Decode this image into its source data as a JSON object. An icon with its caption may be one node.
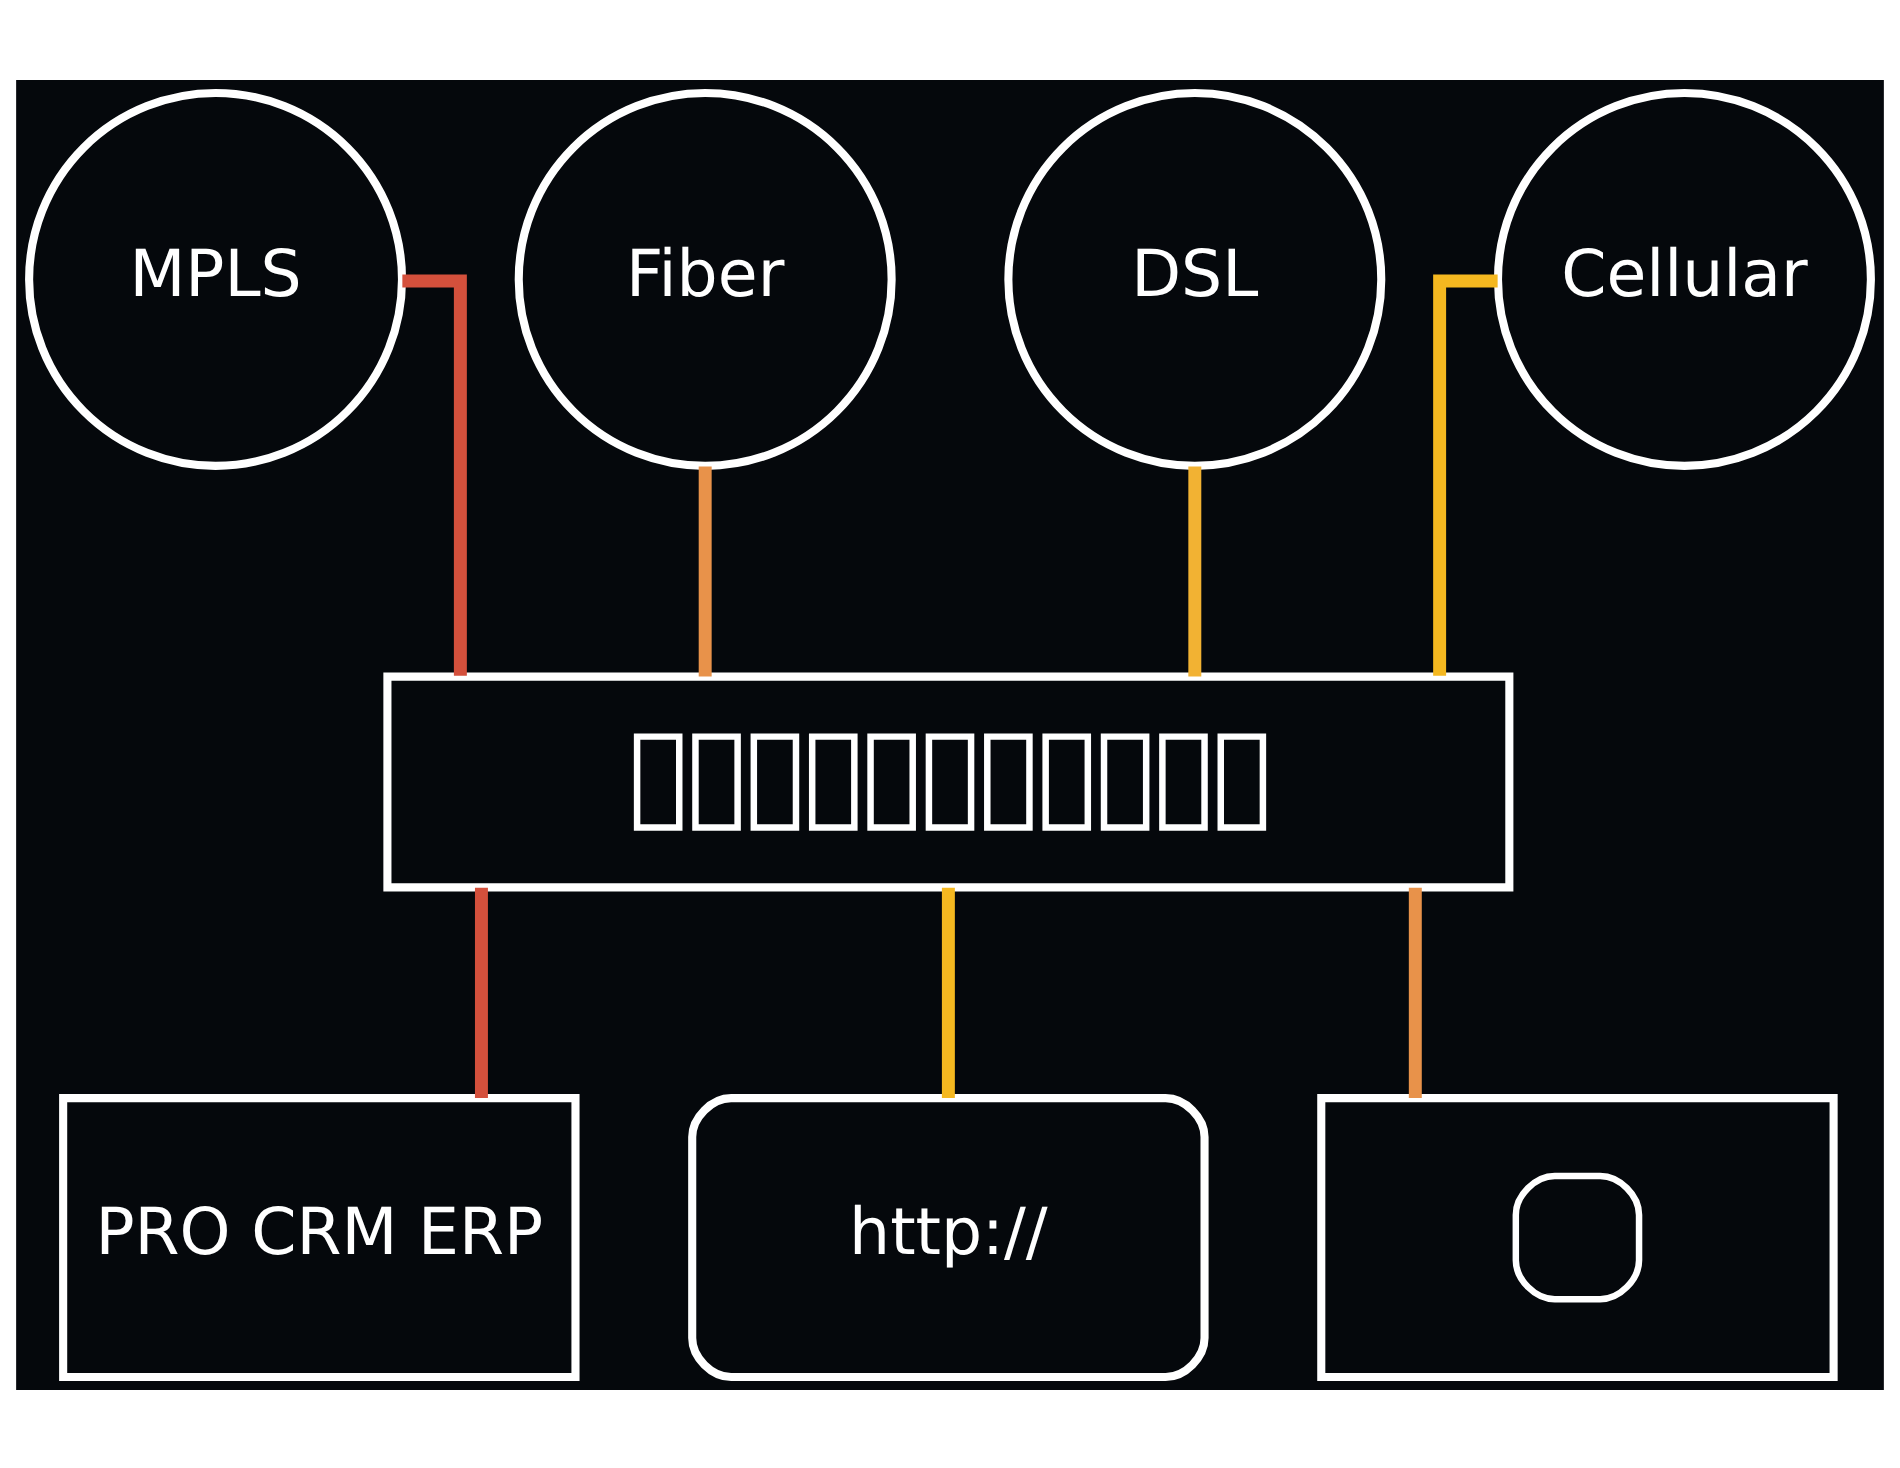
{
  "diagram": {
    "nodes": [
      {
        "text": [
          "MPLS"
        ]
      },
      {
        "text": [
          "Fiber"
        ]
      },
      {
        "text": [
          "DSL"
        ]
      },
      {
        "text": [
          "Cellular"
        ]
      },
      {
        "text": [],
        "shape": "box"
      },
      {
        "text": [
          "PRO CRM ERP"
        ]
      },
      {
        "text": [
          "http://"
        ]
      },
      {
        "text": [],
        "shape": "person"
      }
    ],
    "edges": [
      {
        "from": 0,
        "to": 4,
        "arrow": "none",
        "color": "#d4503c"
      },
      {
        "from": 1,
        "to": 4,
        "arrow": "none",
        "color": "#e8924a"
      },
      {
        "from": 2,
        "to": 4,
        "arrow": "none",
        "color": "#f2b233"
      },
      {
        "from": 3,
        "to": 4,
        "arrow": "none",
        "color": "#f5b820"
      },
      {
        "from": 4,
        "to": 5,
        "arrow": "none",
        "color": "#d4503c"
      },
      {
        "from": 4,
        "to": 6,
        "arrow": "none",
        "color": "#f5b820"
      },
      {
        "from": 4,
        "to": 7,
        "arrow": "none",
        "color": "#e8924a"
      }
    ]
  }
}
